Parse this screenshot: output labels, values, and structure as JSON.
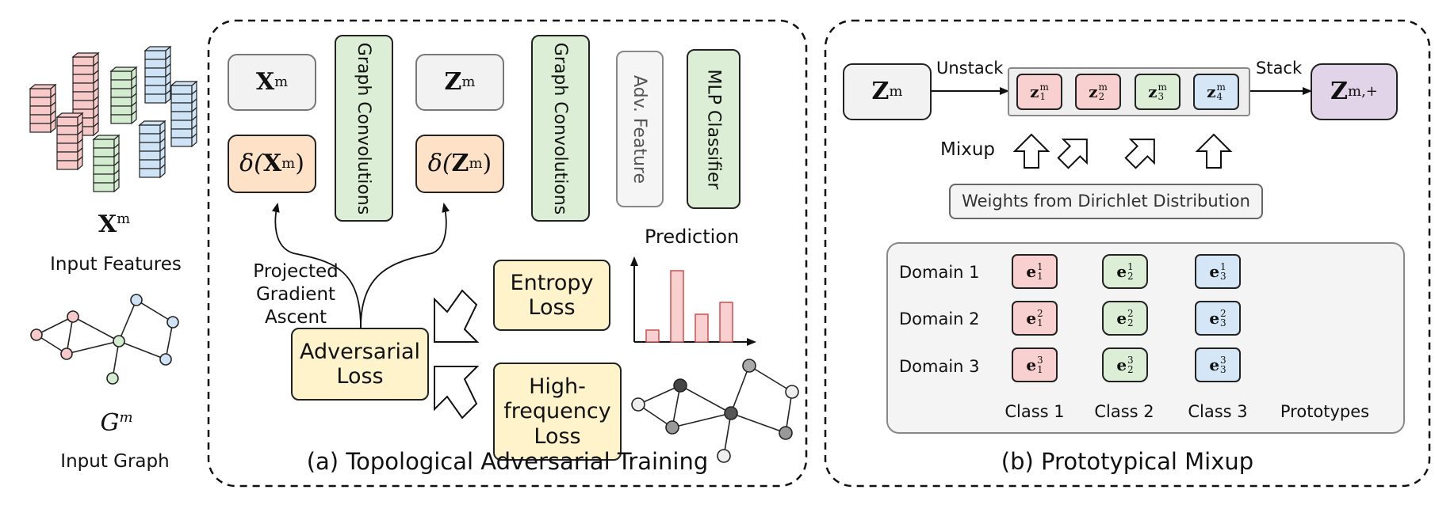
{
  "left": {
    "features_symbol_base": "X",
    "features_symbol_sup": "m",
    "features_label": "Input Features",
    "graph_symbol_base": "G",
    "graph_symbol_sup": "m",
    "graph_label": "Input Graph"
  },
  "panel_a": {
    "caption": "(a) Topological Adversarial Training",
    "x_box": {
      "base": "X",
      "sup": "m"
    },
    "delta_x": {
      "pre": "δ(",
      "base": "X",
      "sup": "m",
      "post": ")"
    },
    "graph_conv_1": "Graph Convolutions",
    "z_box": {
      "base": "Z",
      "sup": "m"
    },
    "delta_z": {
      "pre": "δ(",
      "base": "Z",
      "sup": "m",
      "post": ")"
    },
    "graph_conv_2": "Graph Convolutions",
    "adv_feature": "Adv. Feature",
    "mlp_classifier": "MLP Classifier",
    "prediction": "Prediction",
    "pga_line1": "Projected",
    "pga_line2": "Gradient",
    "pga_line3": "Ascent",
    "adversarial_loss_line1": "Adversarial",
    "adversarial_loss_line2": "Loss",
    "entropy_loss_line1": "Entropy",
    "entropy_loss_line2": "Loss",
    "hf_loss_line1": "High-",
    "hf_loss_line2": "frequency",
    "hf_loss_line3": "Loss"
  },
  "panel_b": {
    "caption": "(b) Prototypical Mixup",
    "z_in": {
      "base": "Z",
      "sup": "m"
    },
    "z_out": {
      "base": "Z",
      "sup": "m,+"
    },
    "unstack": "Unstack",
    "stack": "Stack",
    "mixup": "Mixup",
    "chips": [
      {
        "base": "z",
        "sup": "m",
        "sub": "1"
      },
      {
        "base": "z",
        "sup": "m",
        "sub": "2"
      },
      {
        "base": "z",
        "sup": "m",
        "sub": "3"
      },
      {
        "base": "z",
        "sup": "m",
        "sub": "4"
      }
    ],
    "dirichlet": "Weights from Dirichlet Distribution",
    "domains": [
      "Domain 1",
      "Domain 2",
      "Domain 3"
    ],
    "classes": [
      "Class 1",
      "Class 2",
      "Class 3"
    ],
    "prototypes_label": "Prototypes",
    "proto_base": "e",
    "proto_sups": [
      "1",
      "2",
      "3"
    ],
    "proto_subs": [
      "1",
      "2",
      "3"
    ]
  },
  "colors": {
    "pink": "#f9d0d0",
    "green": "#dcefd6",
    "blue": "#d5e6f7",
    "orange": "#fde2c8",
    "yellow": "#fff3cc",
    "purple": "#e1d3e8",
    "gray": "#f2f2f2"
  },
  "chart_data": {
    "type": "bar",
    "values": [
      1.5,
      9,
      3.5,
      5
    ],
    "ylim": [
      0,
      10
    ]
  }
}
